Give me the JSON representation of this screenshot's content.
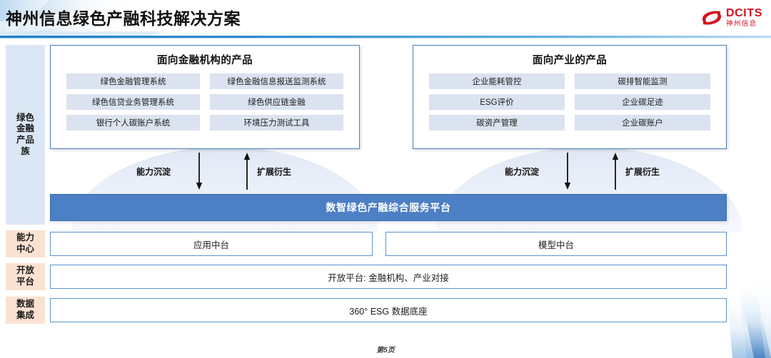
{
  "header": {
    "title": "神州信息绿色产融科技解决方案",
    "logo": {
      "en": "DCITS",
      "cn": "神州信息",
      "color": "#d4111f"
    }
  },
  "sidebar": {
    "items": [
      {
        "label": "绿色\n金融\n产品\n族",
        "label_plain": "绿色金融产品族",
        "color": "#dce7f5"
      },
      {
        "label": "能力\n中心",
        "label_plain": "能力中心",
        "color": "#fbe1d2"
      },
      {
        "label": "开放\n平台",
        "label_plain": "开放平台",
        "color": "#fbe1d2"
      },
      {
        "label": "数据\n集成",
        "label_plain": "数据集成",
        "color": "#fbe1d2"
      }
    ]
  },
  "panels": [
    {
      "title": "面向金融机构的产品",
      "items": [
        "绿色金融管理系统",
        "绿色金融信息报送监测系统",
        "绿色信贷业务管理系统",
        "绿色供应链金融",
        "银行个人碳账户系统",
        "环境压力测试工具"
      ]
    },
    {
      "title": "面向产业的产品",
      "items": [
        "企业能耗管控",
        "碳排智能监测",
        "ESG评价",
        "企业碳足迹",
        "碳资产管理",
        "企业碳账户"
      ]
    }
  ],
  "flows": {
    "left": {
      "down_label": "能力沉淀",
      "up_label": "扩展衍生"
    },
    "right": {
      "down_label": "能力沉淀",
      "up_label": "扩展衍生"
    }
  },
  "platform": {
    "title": "数智绿色产融综合服务平台",
    "color": "#4c7fc4"
  },
  "capability_center": {
    "left": "应用中台",
    "right": "模型中台"
  },
  "open_platform": {
    "label": "开放平台: 金融机构、产业对接"
  },
  "data_integration": {
    "label": "360° ESG 数据底座"
  },
  "footer": {
    "page": "第5页"
  }
}
